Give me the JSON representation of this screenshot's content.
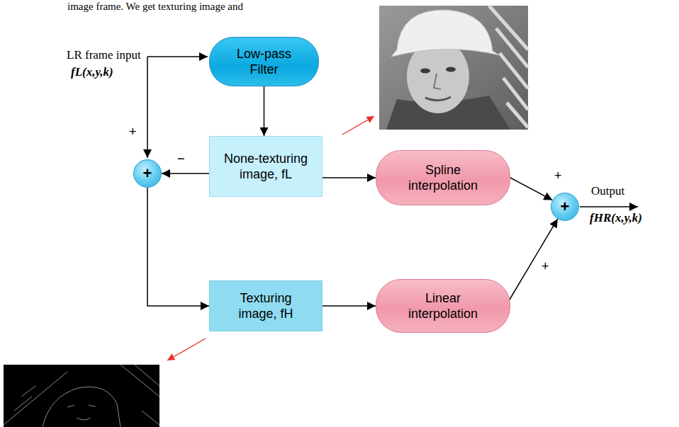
{
  "diagram": {
    "nodes": [
      {
        "text": [
          "Low-pass Filter"
        ]
      },
      {
        "text": [
          "None-texturing image, fL"
        ]
      },
      {
        "text": [
          "Texturing image, fH"
        ]
      },
      {
        "text": [
          "Spline interpolation"
        ]
      },
      {
        "text": [
          "Linear interpolation"
        ]
      },
      {
        "text": [
          "+"
        ]
      },
      {
        "text": [
          "+"
        ]
      }
    ],
    "edges": [
      {
        "from": 0,
        "to": 1,
        "arrow": "to"
      },
      {
        "from": 1,
        "to": 5,
        "arrow": "to"
      },
      {
        "from": 5,
        "to": 2,
        "arrow": "to"
      },
      {
        "from": 1,
        "to": 3,
        "arrow": "to"
      },
      {
        "from": 2,
        "to": 4,
        "arrow": "to"
      },
      {
        "from": 3,
        "to": 6,
        "arrow": "to"
      },
      {
        "from": 4,
        "to": 6,
        "arrow": "to"
      }
    ],
    "labels": [
      "image frame. We get texturing image and",
      "LR frame input",
      "fL(x,y,k)",
      "+",
      "−",
      "+",
      "+",
      "Output",
      "fHR(x,y,k)"
    ]
  }
}
